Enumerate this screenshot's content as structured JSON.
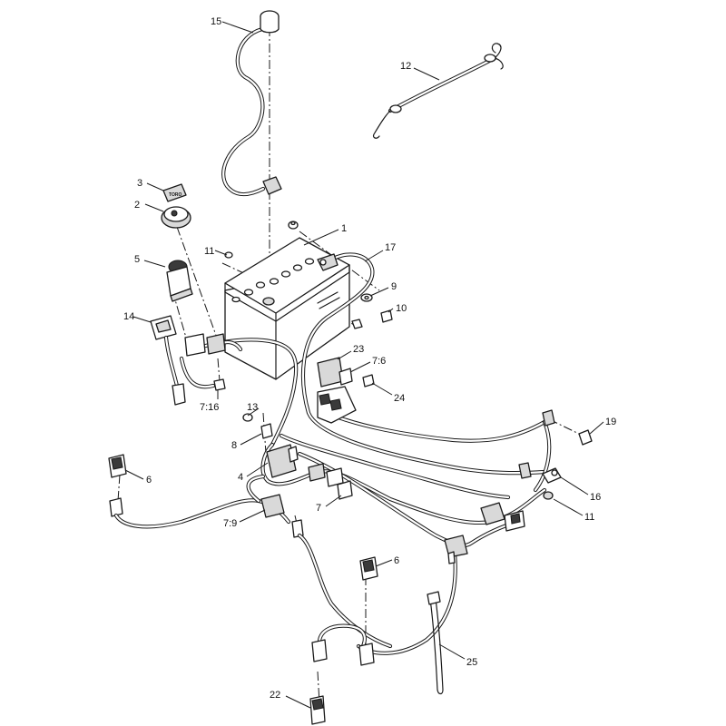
{
  "diagram": {
    "key_brand_text": "TORO",
    "callouts": [
      {
        "id": "c1",
        "label": "1"
      },
      {
        "id": "c2",
        "label": "2"
      },
      {
        "id": "c3",
        "label": "3"
      },
      {
        "id": "c4",
        "label": "4"
      },
      {
        "id": "c5",
        "label": "5"
      },
      {
        "id": "c6a",
        "label": "6"
      },
      {
        "id": "c6b",
        "label": "6"
      },
      {
        "id": "c7",
        "label": "7"
      },
      {
        "id": "c76",
        "label": "7:6"
      },
      {
        "id": "c716",
        "label": "7:16"
      },
      {
        "id": "c79",
        "label": "7:9"
      },
      {
        "id": "c8",
        "label": "8"
      },
      {
        "id": "c9",
        "label": "9"
      },
      {
        "id": "c10",
        "label": "10"
      },
      {
        "id": "c11a",
        "label": "11"
      },
      {
        "id": "c11b",
        "label": "11"
      },
      {
        "id": "c12",
        "label": "12"
      },
      {
        "id": "c13",
        "label": "13"
      },
      {
        "id": "c14",
        "label": "14"
      },
      {
        "id": "c15",
        "label": "15"
      },
      {
        "id": "c16",
        "label": "16"
      },
      {
        "id": "c17",
        "label": "17"
      },
      {
        "id": "c19",
        "label": "19"
      },
      {
        "id": "c22",
        "label": "22"
      },
      {
        "id": "c23",
        "label": "23"
      },
      {
        "id": "c24",
        "label": "24"
      },
      {
        "id": "c25",
        "label": "25"
      }
    ]
  }
}
